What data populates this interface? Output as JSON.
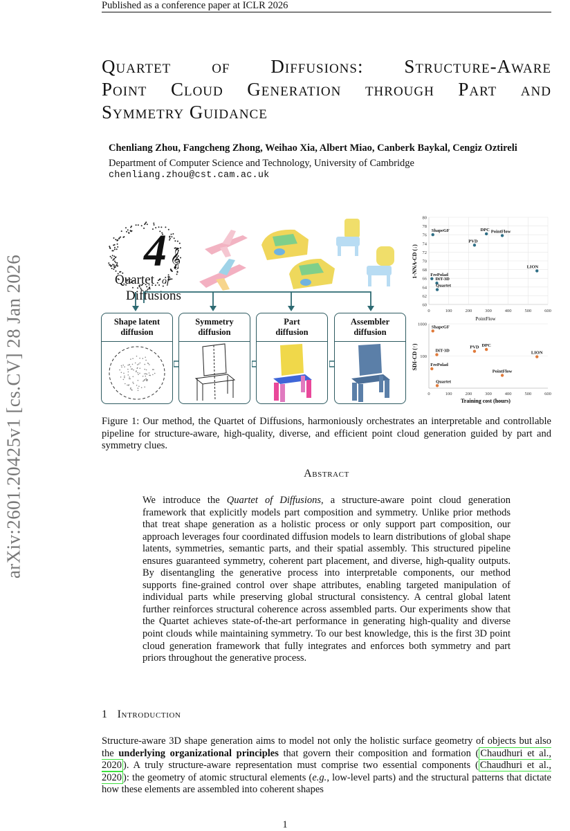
{
  "header": {
    "venue": "Published as a conference paper at ICLR 2026"
  },
  "sidebar": {
    "arxiv_id": "arXiv:2601.20425v1  [cs.CV]  28 Jan 2026"
  },
  "title": {
    "line1": [
      "Quartet",
      "of",
      "Diffusions:",
      "Structure-Aware"
    ],
    "line2": [
      "Point",
      "Cloud",
      "Generation",
      "through",
      "Part",
      "and"
    ],
    "line3": "Symmetry Guidance"
  },
  "authors": "Chenliang Zhou, Fangcheng Zhong, Weihao Xia, Albert Miao, Canberk Baykal, Cengiz Oztireli",
  "affiliation": "Department of Computer Science and Technology, University of Cambridge",
  "email": "chenliang.zhou@cst.cam.ac.uk",
  "figure": {
    "logo": {
      "number": "4",
      "line1": "Quartet",
      "of": "of",
      "line2": "Diffusions"
    },
    "stages": [
      {
        "line1": "Shape latent",
        "line2": "diffusion"
      },
      {
        "line1": "Symmetry",
        "line2": "diffusion"
      },
      {
        "line1": "Part",
        "line2": "diffusion"
      },
      {
        "line1": "Assembler",
        "line2": "diffusion"
      }
    ],
    "caption": "Figure 1: Our method, the Quartet of Diffusions, harmoniously orchestrates an interpretable and controllable pipeline for structure-aware, high-quality, diverse, and efficient point cloud generation guided by part and symmetry clues."
  },
  "chart_data": [
    {
      "type": "scatter",
      "title": "",
      "ylabel": "1-NNA-CD (↓)",
      "xlabel": "",
      "xlim": [
        0,
        600
      ],
      "ylim": [
        60,
        80
      ],
      "xticks": [
        "0",
        "100",
        "200",
        "300",
        "400",
        "500",
        "600"
      ],
      "yticks": [
        "60",
        "62",
        "64",
        "66",
        "68",
        "70",
        "72",
        "74",
        "76",
        "78",
        "80"
      ],
      "color": "#2f6f86",
      "points": [
        {
          "name": "ShapeGF",
          "x": 20,
          "y": 76.0
        },
        {
          "name": "PVD",
          "x": 230,
          "y": 73.6
        },
        {
          "name": "DPC",
          "x": 290,
          "y": 76.2
        },
        {
          "name": "PointFlow",
          "x": 370,
          "y": 75.8
        },
        {
          "name": "LION",
          "x": 545,
          "y": 67.7
        },
        {
          "name": "FrePolad",
          "x": 15,
          "y": 65.9
        },
        {
          "name": "DiT-3D",
          "x": 40,
          "y": 64.9
        },
        {
          "name": "Quartet",
          "x": 42,
          "y": 63.4
        }
      ],
      "annotations": [
        "PointFlow"
      ]
    },
    {
      "type": "scatter",
      "title": "",
      "ylabel": "SDI-CD (↑)",
      "xlabel": "Training cost (hours)",
      "xlim": [
        0,
        600
      ],
      "xticks": [
        "0",
        "100",
        "200",
        "300",
        "400",
        "500",
        "600"
      ],
      "yticks": [
        "1000",
        "100"
      ],
      "color": "#e07a3a",
      "points": [
        {
          "name": "ShapeGF",
          "x": 20,
          "y": 600
        },
        {
          "name": "DiT-3D",
          "x": 40,
          "y": 110
        },
        {
          "name": "FrePolad",
          "x": 15,
          "y": 40
        },
        {
          "name": "PVD",
          "x": 230,
          "y": 140
        },
        {
          "name": "DPC",
          "x": 290,
          "y": 160
        },
        {
          "name": "PointFlow",
          "x": 370,
          "y": 25
        },
        {
          "name": "LION",
          "x": 545,
          "y": 95
        },
        {
          "name": "Quartet",
          "x": 42,
          "y": 12
        }
      ]
    }
  ],
  "abstract": {
    "heading": "Abstract",
    "text_before_italic": "We introduce the ",
    "italic": "Quartet of Diffusions",
    "text_after_italic": ", a structure-aware point cloud generation framework that explicitly models part composition and symmetry. Unlike prior methods that treat shape generation as a holistic process or only support part composition, our approach leverages four coordinated diffusion models to learn distributions of global shape latents, symmetries, semantic parts, and their spatial assembly. This structured pipeline ensures guaranteed symmetry, coherent part placement, and diverse, high-quality outputs. By disentangling the generative process into interpretable components, our method supports fine-grained control over shape attributes, enabling targeted manipulation of individual parts while preserving global structural consistency. A central global latent further reinforces structural coherence across assembled parts. Our experiments show that the Quartet achieves state-of-the-art performance in generating high-quality and diverse point clouds while maintaining symmetry. To our best knowledge, this is the first 3D point cloud generation framework that fully integrates and enforces both symmetry and part priors throughout the generative process."
  },
  "intro": {
    "number": "1",
    "heading": "Introduction",
    "p1": "Structure-aware 3D shape generation aims to model not only the holistic surface geometry of objects but also the ",
    "bold": "underlying organizational principles",
    "p2": " that govern their composition and formation (",
    "cite1": "Chaudhuri et al., 2020",
    "p3": "). A truly structure-aware representation must comprise two essential components (",
    "cite2": "Chaudhuri et al., 2020",
    "p4": "): the geometry of atomic structural elements (",
    "eg": "e.g.",
    "p5": ", low-level parts) and the structural patterns that dictate how these elements are assembled into coherent shapes"
  },
  "page_number": "1"
}
